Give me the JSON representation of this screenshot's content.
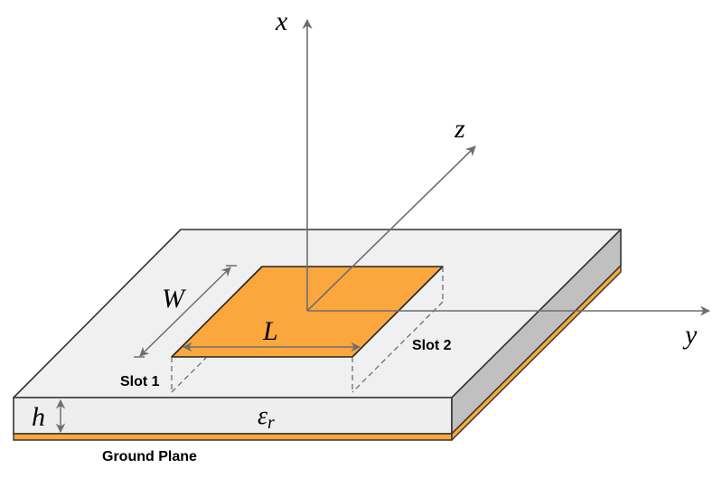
{
  "title": "Rectangular microstrip patch antenna geometry",
  "axes": {
    "x_label": "x",
    "y_label": "y",
    "z_label": "z"
  },
  "dimensions": {
    "width_label": "W",
    "length_label": "L",
    "height_label": "h",
    "permittivity_label": "ε",
    "permittivity_subscript": "r"
  },
  "labels": {
    "slot1": "Slot 1",
    "slot2": "Slot 2",
    "ground_plane": "Ground Plane"
  },
  "colors": {
    "patch": "#FBA73E",
    "ground": "#FBA73E",
    "substrate_top": "#F0F0F0",
    "substrate_front": "#EEEEEE",
    "substrate_side": "#C0C0C0",
    "edge": "#333333",
    "axis": "#6E6E6E"
  }
}
